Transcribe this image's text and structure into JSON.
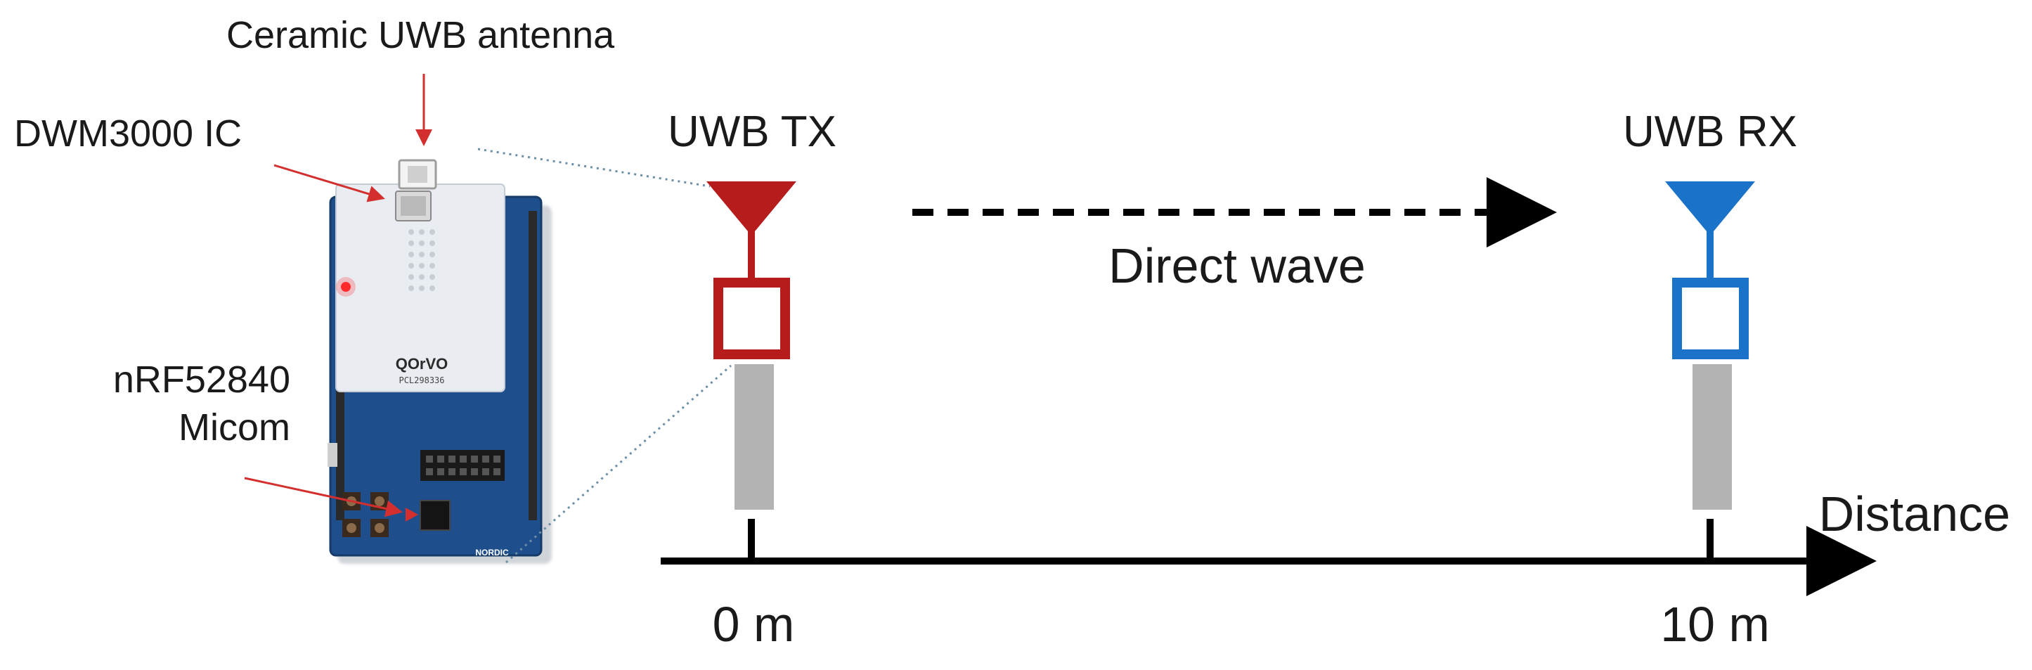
{
  "labels": {
    "antenna": "Ceramic UWB antenna",
    "ic": "DWM3000 IC",
    "micom_line1": "nRF52840",
    "micom_line2": "Micom",
    "tx": "UWB TX",
    "rx": "UWB RX",
    "direct_wave": "Direct wave",
    "distance": "Distance",
    "tick_0": "0 m",
    "tick_10": "10 m"
  },
  "board_text": {
    "brand": "QOrVO",
    "module": "PCL298336",
    "vendor": "NORDIC"
  },
  "colors": {
    "tx": "#b71c1c",
    "rx": "#1a73c8",
    "pole": "#b3b3b3",
    "axis": "#000000",
    "pointer": "#d32f2f",
    "board_blue": "#1e4f8c",
    "shield_white": "#e9edf2"
  },
  "icons": {
    "tx": "antenna-icon",
    "rx": "antenna-icon",
    "board": "circuit-board-icon"
  }
}
